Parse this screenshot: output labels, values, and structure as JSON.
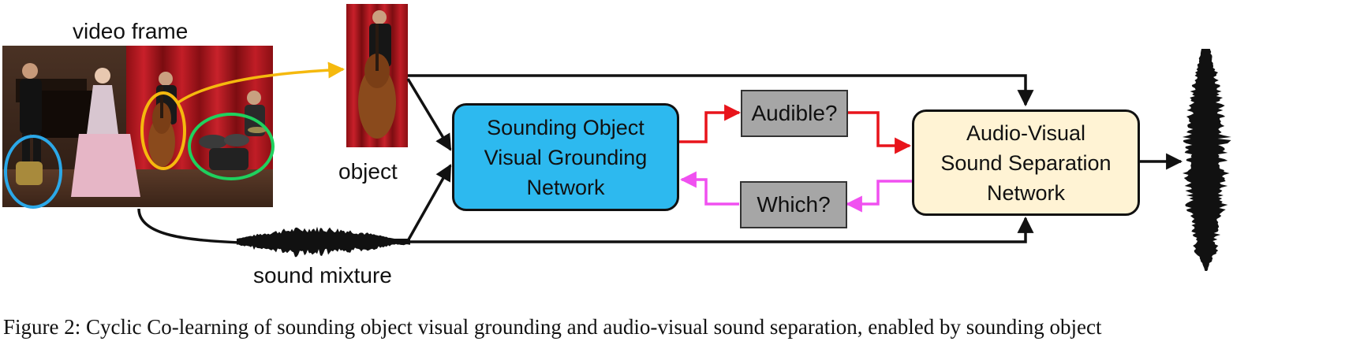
{
  "labels": {
    "video_frame": "video frame",
    "object": "object",
    "sound_mixture": "sound mixture"
  },
  "blocks": {
    "grounding": {
      "line1": "Sounding Object",
      "line2": "Visual Grounding",
      "line3": "Network"
    },
    "audible": "Audible?",
    "which": "Which?",
    "separation": {
      "line1": "Audio-Visual",
      "line2": "Sound Separation",
      "line3": "Network"
    }
  },
  "caption": "Figure 2: Cyclic Co-learning of sounding object visual grounding and audio-visual sound separation, enabled by sounding object",
  "colors": {
    "grounding_fill": "#2DB9EF",
    "separation_fill": "#FFF3D4",
    "gate_fill": "#A6A6A6",
    "arrow_red": "#E8141B",
    "arrow_magenta": "#F050F0",
    "arrow_yellow": "#F5B90E",
    "circle_blue": "#2BA8E8",
    "circle_yellow": "#F5B90E",
    "circle_green": "#1FD15E"
  }
}
